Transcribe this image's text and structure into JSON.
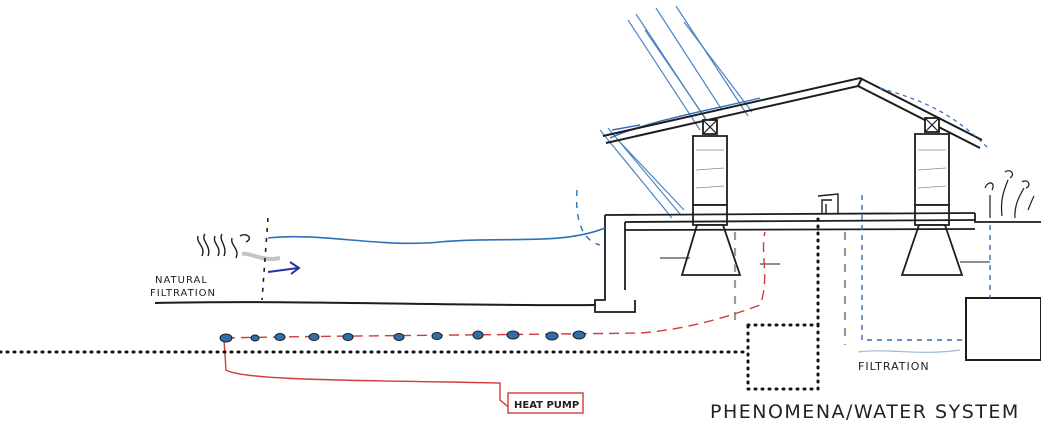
{
  "labels": {
    "natural_filtration_line1": "NATURAL",
    "natural_filtration_line2": "FILTRATION",
    "heat_pump": "HEAT PUMP",
    "filtration": "FILTRATION",
    "caption": "PHENOMENA/WATER SYSTEM"
  },
  "colors": {
    "ink": "#1d1d1d",
    "water_blue": "#2f6fb8",
    "pipe_red": "#d23a3a",
    "dot_blue": "#2d6fae"
  }
}
